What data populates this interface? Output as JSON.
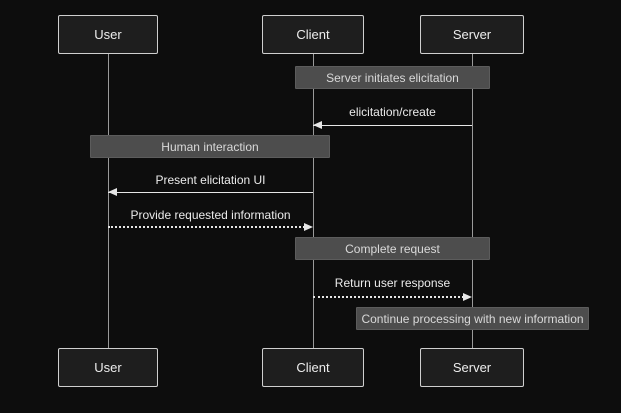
{
  "colors": {
    "background": "#0d0d0d",
    "actor_fill": "#1e1e1e",
    "actor_border": "#cfcfcf",
    "note_fill": "#4d4d4d",
    "note_text": "#d9d9d9",
    "line": "#e6e6e6"
  },
  "actors": {
    "user": {
      "label": "User"
    },
    "client": {
      "label": "Client"
    },
    "server": {
      "label": "Server"
    }
  },
  "notes": {
    "note1": {
      "label": "Server initiates elicitation",
      "over": "Client,Server"
    },
    "note2": {
      "label": "Human interaction",
      "over": "User,Client"
    },
    "note3": {
      "label": "Complete request",
      "over": "Client,Server"
    },
    "note4": {
      "label": "Continue processing with new information",
      "over": "Server"
    }
  },
  "messages": {
    "msg1": {
      "label": "elicitation/create",
      "from": "Server",
      "to": "Client",
      "style": "solid"
    },
    "msg2": {
      "label": "Present elicitation UI",
      "from": "Client",
      "to": "User",
      "style": "solid"
    },
    "msg3": {
      "label": "Provide requested information",
      "from": "User",
      "to": "Client",
      "style": "dotted"
    },
    "msg4": {
      "label": "Return user response",
      "from": "Client",
      "to": "Server",
      "style": "dotted"
    }
  }
}
